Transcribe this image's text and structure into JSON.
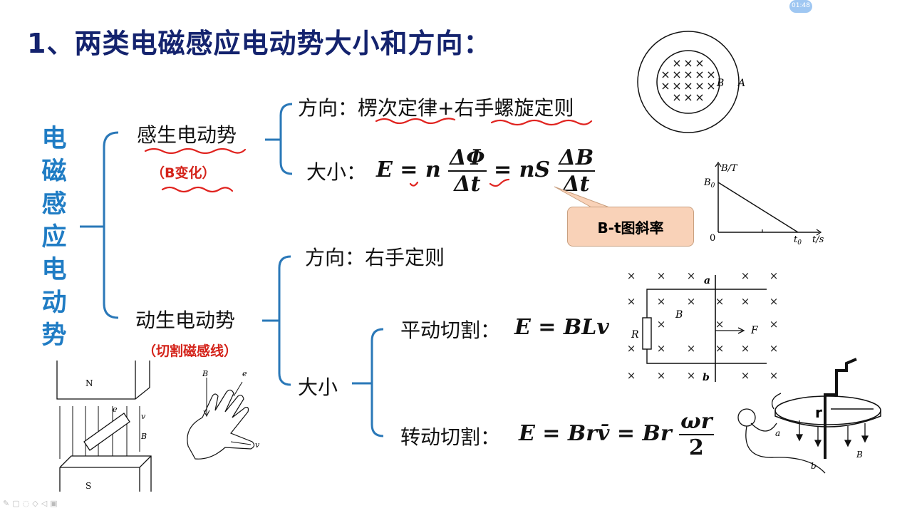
{
  "title": "1、两类电磁感应电动势大小和方向：",
  "vertical_title": [
    "电",
    "磁",
    "感",
    "应",
    "电",
    "动",
    "势"
  ],
  "induced": {
    "label": "感生电动势",
    "sub": "（B变化）",
    "direction_prefix": "方向：",
    "direction_text": "楞次定律+右手螺旋定则",
    "magnitude_prefix": "大小：",
    "formula": {
      "lhs": "E = n",
      "frac1_num": "ΔΦ",
      "frac1_den": "Δt",
      "mid": " = nS",
      "frac2_num": "ΔB",
      "frac2_den": "Δt"
    },
    "callout": "B-t图斜率"
  },
  "motional": {
    "label": "动生电动势",
    "sub": "（切割磁感线）",
    "direction_prefix": "方向：",
    "direction_text": "右手定则",
    "magnitude_label": "大小",
    "translation_label": "平动切割：",
    "translation_formula": "E = BLv",
    "rotation_label": "转动切割：",
    "rotation_formula": {
      "lhs": "E = Brv̄ = Br",
      "num": "ωr",
      "den": "2"
    }
  },
  "figures": {
    "circle": {
      "B": "B",
      "A": "A",
      "x_mark": "×"
    },
    "bt_graph": {
      "ylabel": "B/T",
      "y0": "B",
      "y0_sub": "0",
      "origin": "0",
      "x0": "t",
      "x0_sub": "0",
      "xlabel": "t/s"
    },
    "rail": {
      "a": "a",
      "b": "b",
      "B": "B",
      "F": "F",
      "R": "R",
      "x_mark": "×"
    },
    "magnet": {
      "N": "N",
      "S": "S",
      "e": "e",
      "v": "v",
      "B": "B"
    },
    "hand": {
      "B": "B",
      "e": "e",
      "v": "v"
    },
    "disk": {
      "r": "r",
      "a": "a",
      "b": "b",
      "B": "B"
    }
  },
  "time_badge": "01:48"
}
